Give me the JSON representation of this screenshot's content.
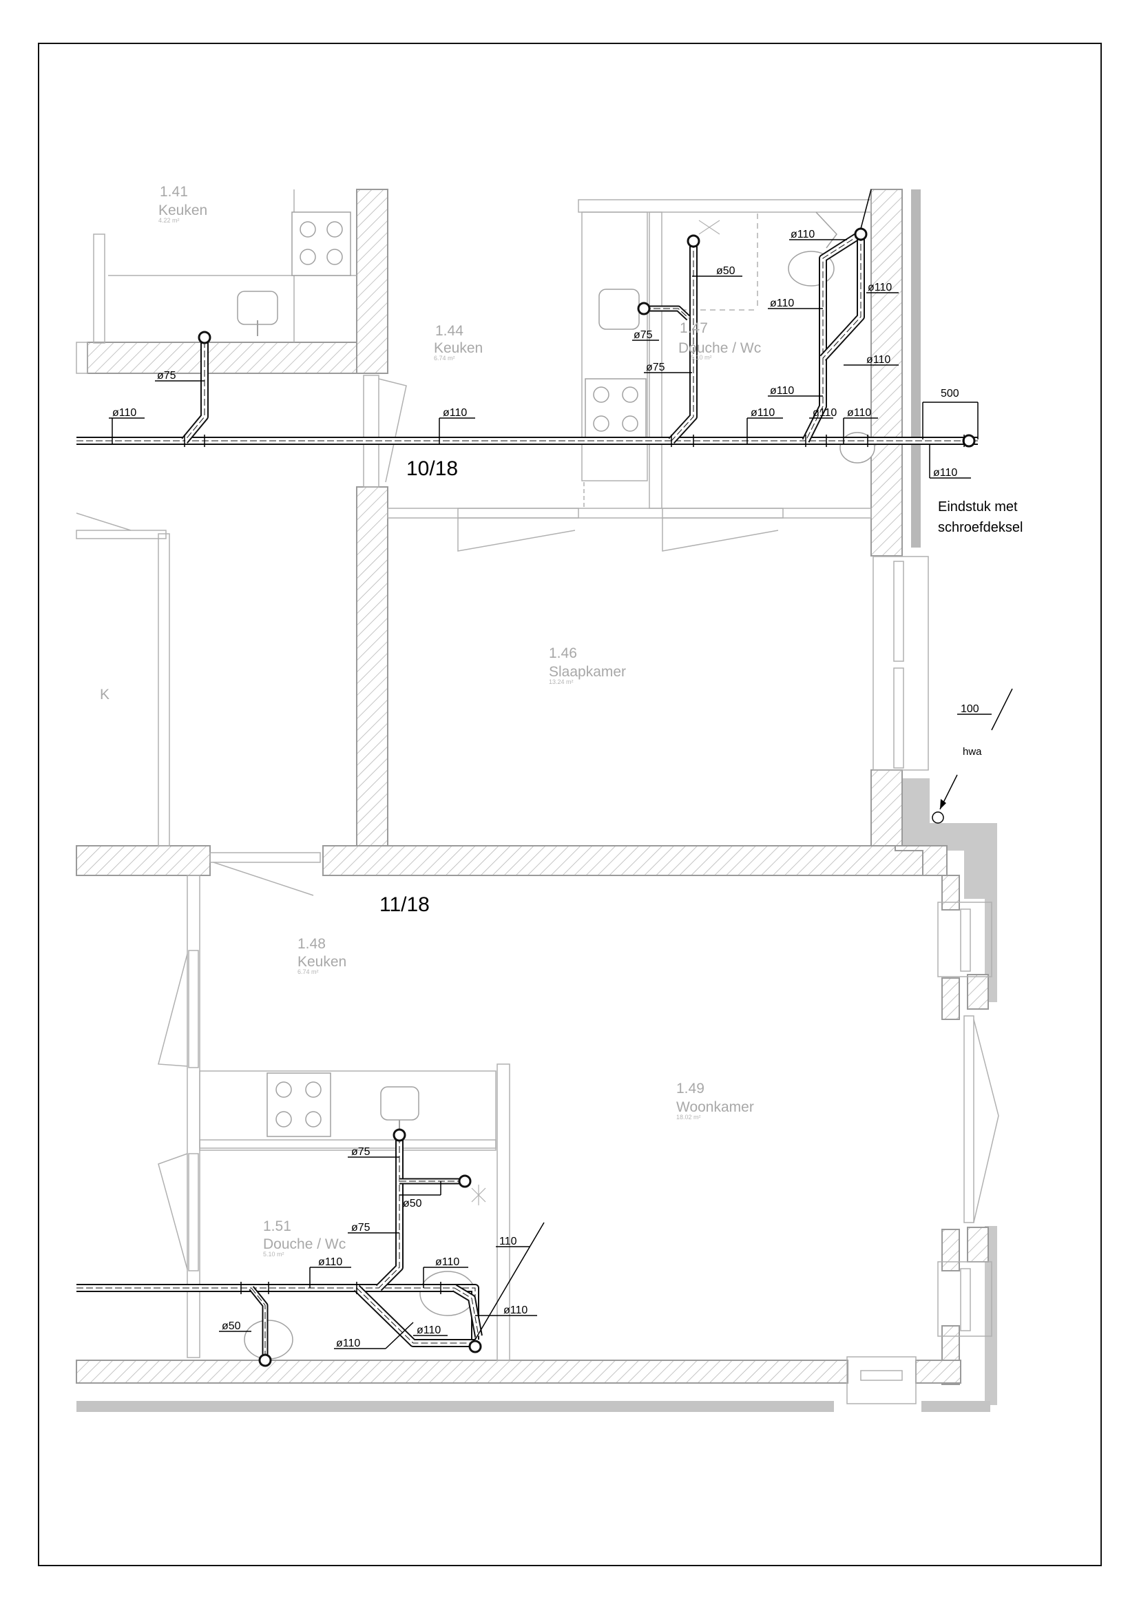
{
  "drawing": {
    "floor_labels": [
      "10/18",
      "11/18"
    ],
    "notes": {
      "end_piece_line1": "Eindstuk met",
      "end_piece_line2": "schroefdeksel",
      "dim_500": "500",
      "dim_100": "100",
      "hwa": "hwa"
    }
  },
  "rooms": [
    {
      "id": "r141",
      "number": "1.41",
      "name": "Keuken",
      "area": "4.22 m²"
    },
    {
      "id": "r144",
      "number": "1.44",
      "name": "Keuken",
      "area": "6.74 m²"
    },
    {
      "id": "r147",
      "number": "1.47",
      "name": "Douche / Wc",
      "area": "5.10 m²"
    },
    {
      "id": "r146",
      "number": "1.46",
      "name": "Slaapkamer",
      "area": "13.24 m²"
    },
    {
      "id": "rK",
      "number": "",
      "name": "K",
      "area": ""
    },
    {
      "id": "r148",
      "number": "1.48",
      "name": "Keuken",
      "area": "6.74 m²"
    },
    {
      "id": "r149",
      "number": "1.49",
      "name": "Woonkamer",
      "area": "18.02 m²"
    },
    {
      "id": "r151",
      "number": "1.51",
      "name": "Douche / Wc",
      "area": "5.10 m²"
    }
  ],
  "pipe_labels": {
    "top": [
      "ø110",
      "ø75",
      "ø110",
      "ø50",
      "ø75",
      "ø75",
      "ø110",
      "ø110",
      "ø110",
      "ø110",
      "ø110",
      "ø110",
      "ø110",
      "ø110",
      "ø110"
    ],
    "bottom": [
      "ø75",
      "ø50",
      "ø75",
      "110",
      "ø110",
      "ø110",
      "ø110",
      "ø110",
      "ø50",
      "ø110"
    ]
  },
  "colors": {
    "pipe": "#111111",
    "wall_hatch": "#9a9a9a",
    "outer_wall": "#c8c8c8",
    "room_text": "#a8a8a8"
  }
}
